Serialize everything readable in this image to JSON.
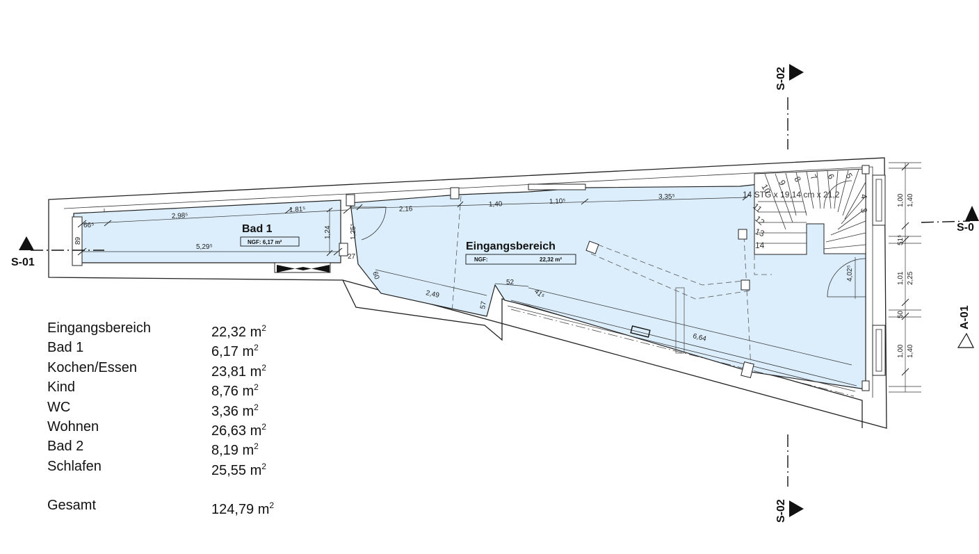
{
  "sections": {
    "s01_left": "S-01",
    "s01_right": "S-0",
    "s02_top": "S-02",
    "s02_bottom": "S-02",
    "a01": "A-01"
  },
  "rooms": {
    "bad1": {
      "name": "Bad 1",
      "ngf": "NGF: 6,17 m²"
    },
    "eingang": {
      "name": "Eingangsbereich",
      "ngf_label": "NGF:",
      "ngf_value": "22,32 m²"
    }
  },
  "stair": {
    "label": "14 STG x 19,14 cm x 21,2",
    "steps": [
      "10",
      "9",
      "8",
      "7",
      "6",
      "5",
      "11",
      "12",
      "13",
      "14",
      "4",
      "3"
    ]
  },
  "dimensions": {
    "d_66": "66⁵",
    "d_89": "89",
    "d_298": "2,98⁵",
    "d_181": "1,81⁵",
    "d_529": "5,29⁵",
    "d_124": "1,24",
    "d_125": "1,25⁵",
    "d_27": "27",
    "d_216": "2,16",
    "d_140": "1,40",
    "d_110": "1,10⁵",
    "d_335": "3,35⁵",
    "d_60": "60",
    "d_249": "2,49",
    "d_57": "57",
    "d_52": "52",
    "d_41": "41⁵",
    "d_664": "6,64",
    "d_402": "4,02⁵",
    "r_100a": "1,00",
    "r_140a": "1,40",
    "r_51": "51⁵",
    "r_101": "1,01",
    "r_225": "2,25",
    "r_50": "50",
    "r_100b": "1,00",
    "r_140b": "1,40"
  },
  "legend": {
    "rows": [
      {
        "name": "Eingangsbereich",
        "value": "22,32 m",
        "unit_sup": "2"
      },
      {
        "name": "Bad 1",
        "value": "6,17 m",
        "unit_sup": "2"
      },
      {
        "name": "Kochen/Essen",
        "value": "23,81 m",
        "unit_sup": "2"
      },
      {
        "name": "Kind",
        "value": "8,76 m",
        "unit_sup": "2"
      },
      {
        "name": "WC",
        "value": "3,36 m",
        "unit_sup": "2"
      },
      {
        "name": "Wohnen",
        "value": "26,63 m",
        "unit_sup": "2"
      },
      {
        "name": "Bad 2",
        "value": "8,19 m",
        "unit_sup": "2"
      },
      {
        "name": "Schlafen",
        "value": "25,55 m",
        "unit_sup": "2"
      }
    ],
    "total": {
      "name": "Gesamt",
      "value": "124,79 m",
      "unit_sup": "2"
    }
  }
}
